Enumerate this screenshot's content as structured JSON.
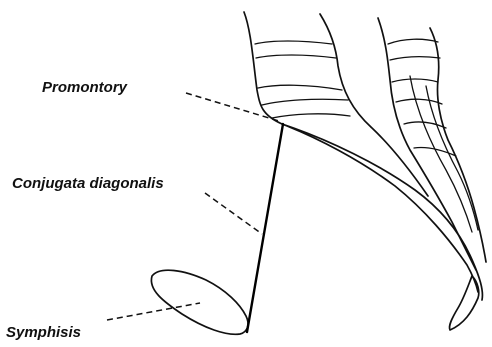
{
  "labels": {
    "promontory": "Promontory",
    "conjugata_diagonalis": "Conjugata diagonalis",
    "symphisis": "Symphisis"
  }
}
